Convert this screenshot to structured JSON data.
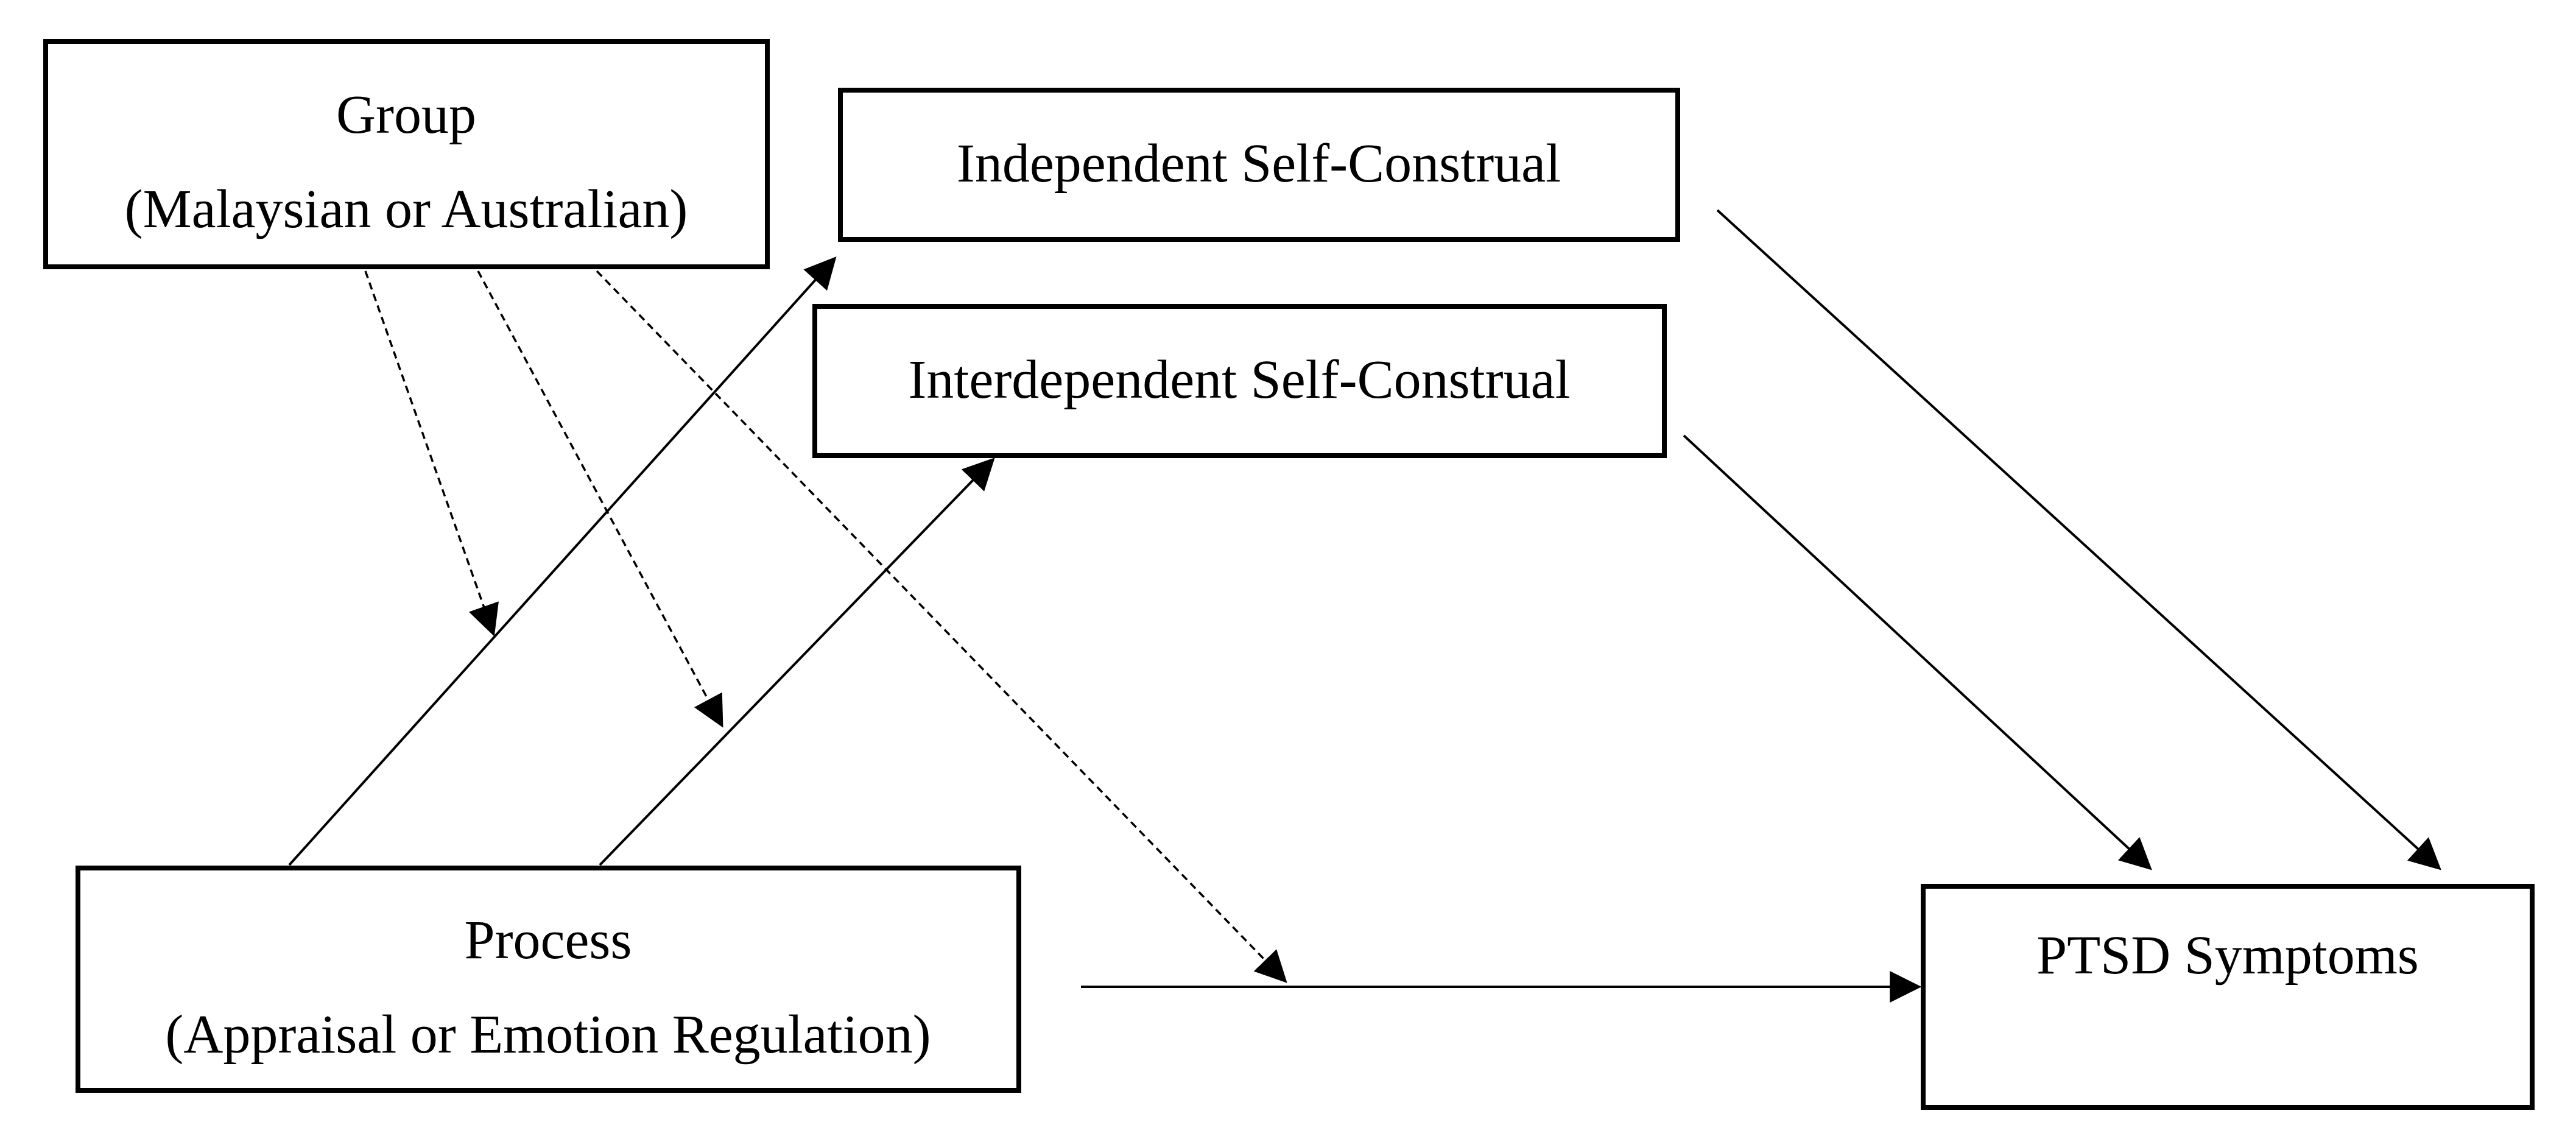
{
  "nodes": {
    "group": {
      "line1": "Group",
      "line2": "(Malaysian or Australian)"
    },
    "independent": {
      "line1": "Independent Self-Construal"
    },
    "interdependent": {
      "line1": "Interdependent Self-Construal"
    },
    "process": {
      "line1": "Process",
      "line2": "(Appraisal or Emotion Regulation)"
    },
    "ptsd": {
      "line1": "PTSD Symptoms"
    }
  },
  "colors": {
    "line": "#000000",
    "background": "#ffffff"
  }
}
